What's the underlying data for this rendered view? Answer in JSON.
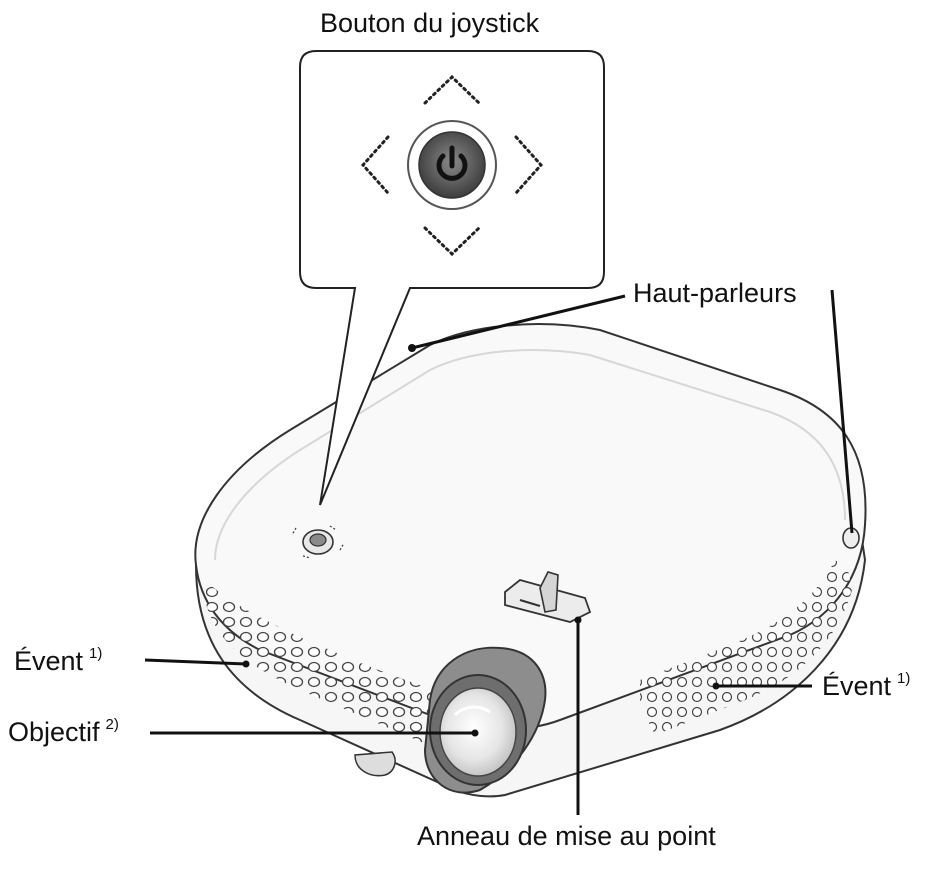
{
  "labels": {
    "joystick_title": "Bouton du joystick",
    "speakers": "Haut-parleurs",
    "vent_left": "Évent",
    "vent_left_note": "1)",
    "vent_right": "Évent",
    "vent_right_note": "1)",
    "lens": "Objectif",
    "lens_note": "2)",
    "focus_ring": "Anneau de mise au point"
  },
  "icons": {
    "power": "power-icon",
    "directions": [
      "arrow-up-icon",
      "arrow-down-icon",
      "arrow-left-icon",
      "arrow-right-icon"
    ]
  },
  "colors": {
    "line": "#111111",
    "body": "#f4f4f4",
    "outline": "#333333",
    "power_button": "#555555",
    "lens_ring": "#7a7a7a"
  }
}
